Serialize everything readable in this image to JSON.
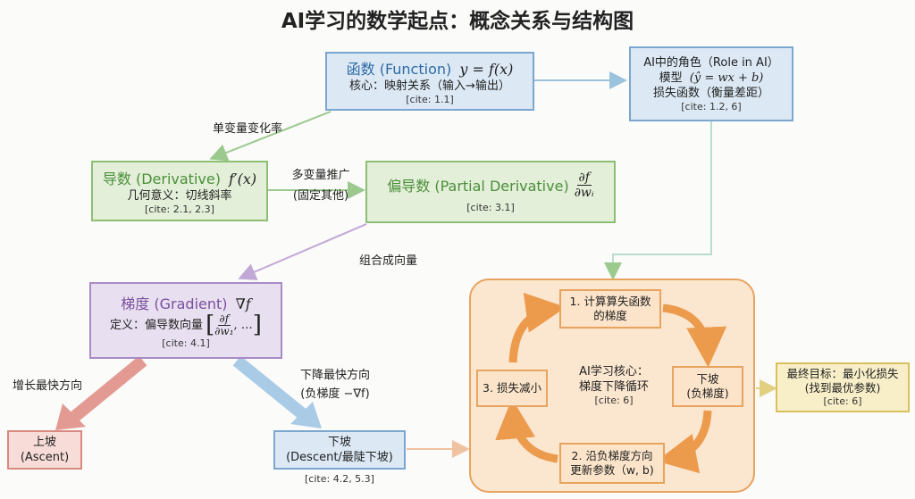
{
  "title": "AI学习的数学起点：概念关系与结构图",
  "function_box": {
    "heading": "函数 (Function)",
    "formula": "y = f(x)",
    "line": "核心：映射关系（输入→输出）",
    "cite": "[cite: 1.1]"
  },
  "role_box": {
    "heading": "AI中的角色（Role in AI）",
    "model_label": "模型",
    "model_formula": "(ŷ = wx + b)",
    "loss": "损失函数（衡量差距）",
    "cite": "[cite: 1.2, 6]"
  },
  "derivative_box": {
    "heading": "导数 (Derivative)",
    "formula": "f′(x)",
    "line": "几何意义：切线斜率",
    "cite": "[cite: 2.1, 2.3]"
  },
  "partial_box": {
    "heading": "偏导数 (Partial Derivative)",
    "formula_num": "∂f",
    "formula_den": "∂wᵢ",
    "cite": "[cite: 3.1]"
  },
  "gradient_box": {
    "heading": "梯度 (Gradient)",
    "formula": "∇f",
    "def_label": "定义：偏导数向量",
    "vec_num": "∂f",
    "vec_den": "∂w₁",
    "vec_rest": ", …",
    "cite": "[cite: 4.1]"
  },
  "ascent_box": {
    "line1": "上坡",
    "line2": "(Ascent)"
  },
  "descent_box": {
    "line1": "下坡",
    "line2": "(Descent/最陡下坡)",
    "cite": "[cite: 4.2, 5.3]"
  },
  "loop": {
    "step1_a": "1. 计算算失函数",
    "step1_b": "的梯度",
    "step_down_a": "下坡",
    "step_down_b": "(负梯度)",
    "step2_a": "2. 沿负梯度方向",
    "step2_b": "更新参数（w, b)",
    "step3": "3. 损失减小",
    "center_a": "AI学习核心：",
    "center_b": "梯度下降循环",
    "center_cite": "[cite: 6]"
  },
  "goal_box": {
    "line1": "最终目标：最小化损失",
    "line2": "(找到最优参数)",
    "cite": "[cite: 6]"
  },
  "edge_labels": {
    "single_var": "单变量变化率",
    "multi_var_a": "多变量推广",
    "multi_var_b": "(固定其他)",
    "combine": "组合成向量",
    "increase": "增长最快方向",
    "decrease_a": "下降最快方向",
    "decrease_b": "(负梯度 −∇f)"
  },
  "colors": {
    "blue": "#7aa6cf",
    "green": "#8cbf74",
    "purple": "#a88bc4",
    "red": "#d98a80",
    "orange": "#e8a35f",
    "yellow": "#d9bf5e"
  }
}
